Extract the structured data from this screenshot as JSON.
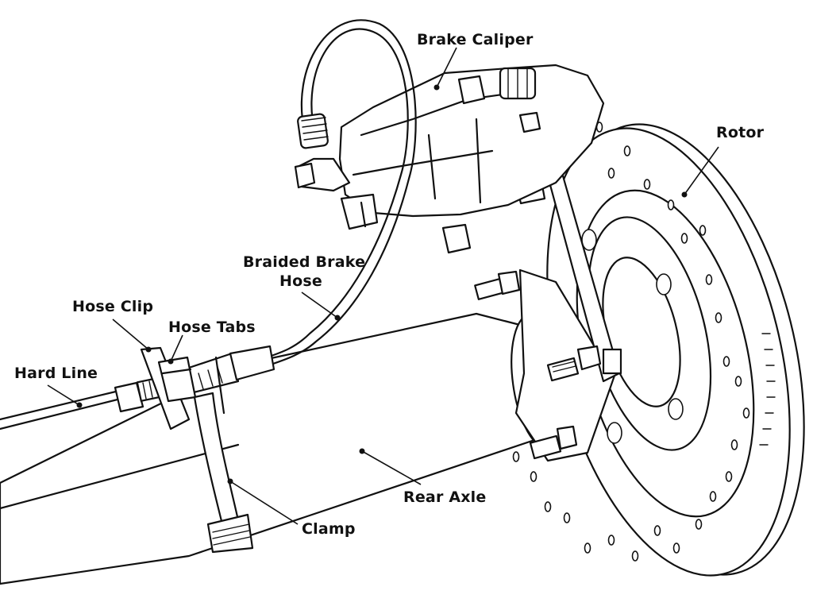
{
  "diagram": {
    "labels": {
      "brake_caliper": "Brake Caliper",
      "rotor": "Rotor",
      "braided_brake_hose_line1": "Braided Brake",
      "braided_brake_hose_line2": "Hose",
      "hose_clip": "Hose Clip",
      "hose_tabs": "Hose Tabs",
      "hard_line": "Hard Line",
      "rear_axle": "Rear Axle",
      "clamp": "Clamp"
    }
  }
}
